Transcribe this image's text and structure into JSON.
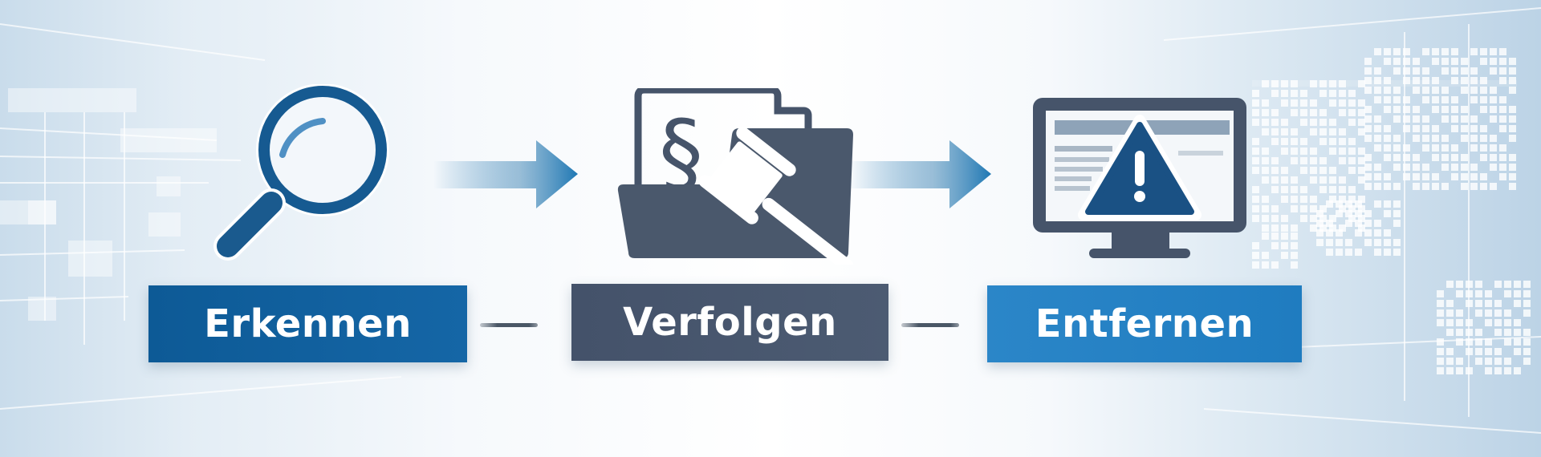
{
  "colors": {
    "step1": "#0f5b98",
    "step2": "#46546a",
    "step3": "#2585c7",
    "arrow": "#2d7fb8",
    "icon_dark": "#3e4b5e",
    "icon_blue": "#1a5a8e"
  },
  "steps": [
    {
      "label": "Erkennen",
      "icon": "magnifier-icon"
    },
    {
      "label": "Verfolgen",
      "icon": "legal-folder-gavel-icon"
    },
    {
      "label": "Entfernen",
      "icon": "monitor-warning-icon"
    }
  ],
  "section_symbol": "§",
  "warning_symbol": "!"
}
